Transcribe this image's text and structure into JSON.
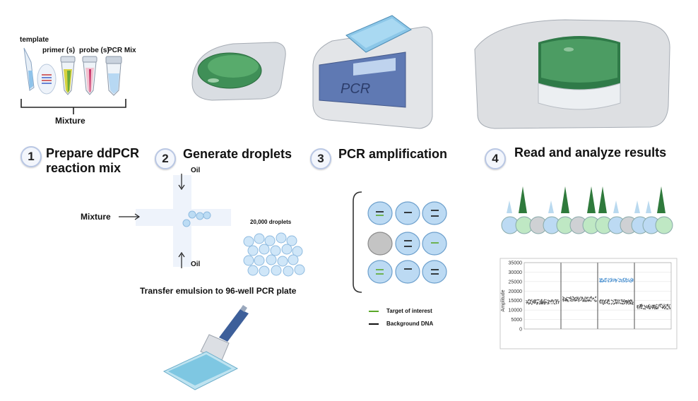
{
  "reagents": {
    "template": "template",
    "primer": "primer (s)",
    "probe": "probe (s)",
    "pcr_mix": "PCR Mix",
    "mixture": "Mixture"
  },
  "steps": [
    {
      "number": "1",
      "title_line1": "Prepare ddPCR",
      "title_line2": "reaction mix"
    },
    {
      "number": "2",
      "title": "Generate droplets"
    },
    {
      "number": "3",
      "title": "PCR amplification"
    },
    {
      "number": "4",
      "title": "Read and analyze results"
    }
  ],
  "droplet_gen": {
    "oil_top": "Oil",
    "oil_bottom": "Oil",
    "mixture": "Mixture",
    "droplets": "20,000 droplets",
    "transfer": "Transfer emulsion to 96-well PCR plate"
  },
  "thermocycler": {
    "screen_text": "PCR"
  },
  "pcr_legend": {
    "target": "Target of interest",
    "background": "Background DNA",
    "target_color": "#5aa829",
    "background_color": "#111111"
  },
  "chart_data": {
    "type": "scatter",
    "ylabel": "Amplitude",
    "yticks": [
      "35000",
      "30000",
      "25000",
      "20000",
      "15000",
      "10000",
      "5000",
      "0"
    ],
    "ylim": [
      0,
      35000
    ],
    "wells": [
      {
        "negative_mean": 14500,
        "positive_mean": null
      },
      {
        "negative_mean": 16000,
        "positive_mean": null
      },
      {
        "negative_mean": 14500,
        "positive_mean": 26000
      },
      {
        "negative_mean": 12000,
        "positive_mean": null
      }
    ],
    "colors": {
      "negative": "#555555",
      "positive": "#5a9ad4"
    }
  }
}
